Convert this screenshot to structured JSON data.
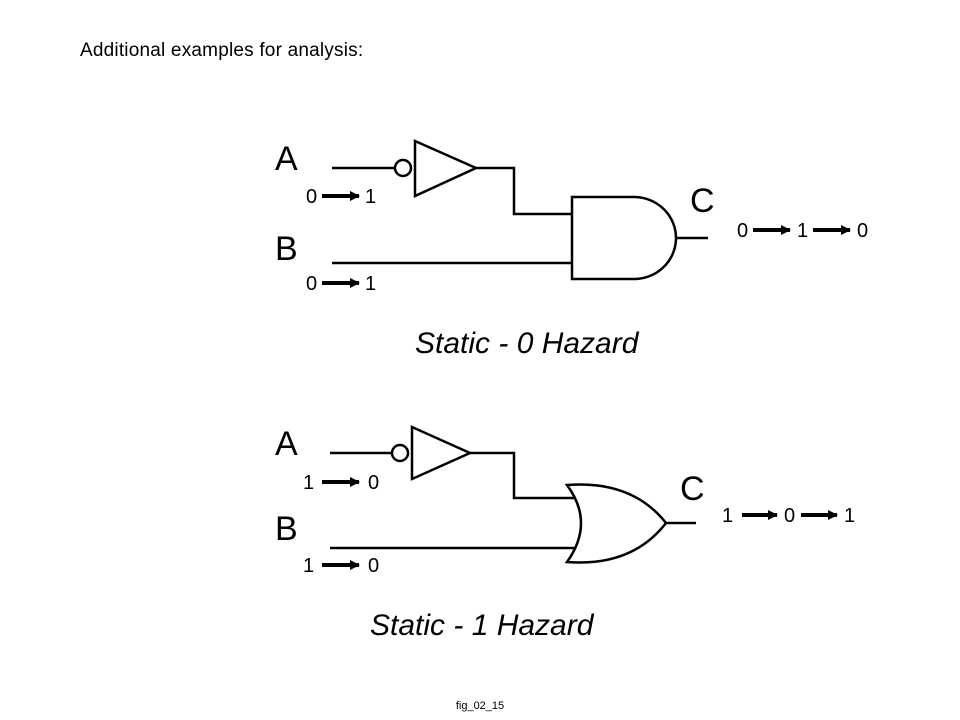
{
  "heading": "Additional examples for analysis:",
  "fig_label": "fig_02_15",
  "circuits": [
    {
      "gate": "AND",
      "input_a": {
        "label": "A",
        "from": "0",
        "to": "1"
      },
      "input_b": {
        "label": "B",
        "from": "0",
        "to": "1"
      },
      "output": {
        "label": "C",
        "v1": "0",
        "v2": "1",
        "v3": "0"
      },
      "caption": "Static - 0 Hazard"
    },
    {
      "gate": "OR",
      "input_a": {
        "label": "A",
        "from": "1",
        "to": "0"
      },
      "input_b": {
        "label": "B",
        "from": "1",
        "to": "0"
      },
      "output": {
        "label": "C",
        "v1": "1",
        "v2": "0",
        "v3": "1"
      },
      "caption": "Static - 1 Hazard"
    }
  ]
}
